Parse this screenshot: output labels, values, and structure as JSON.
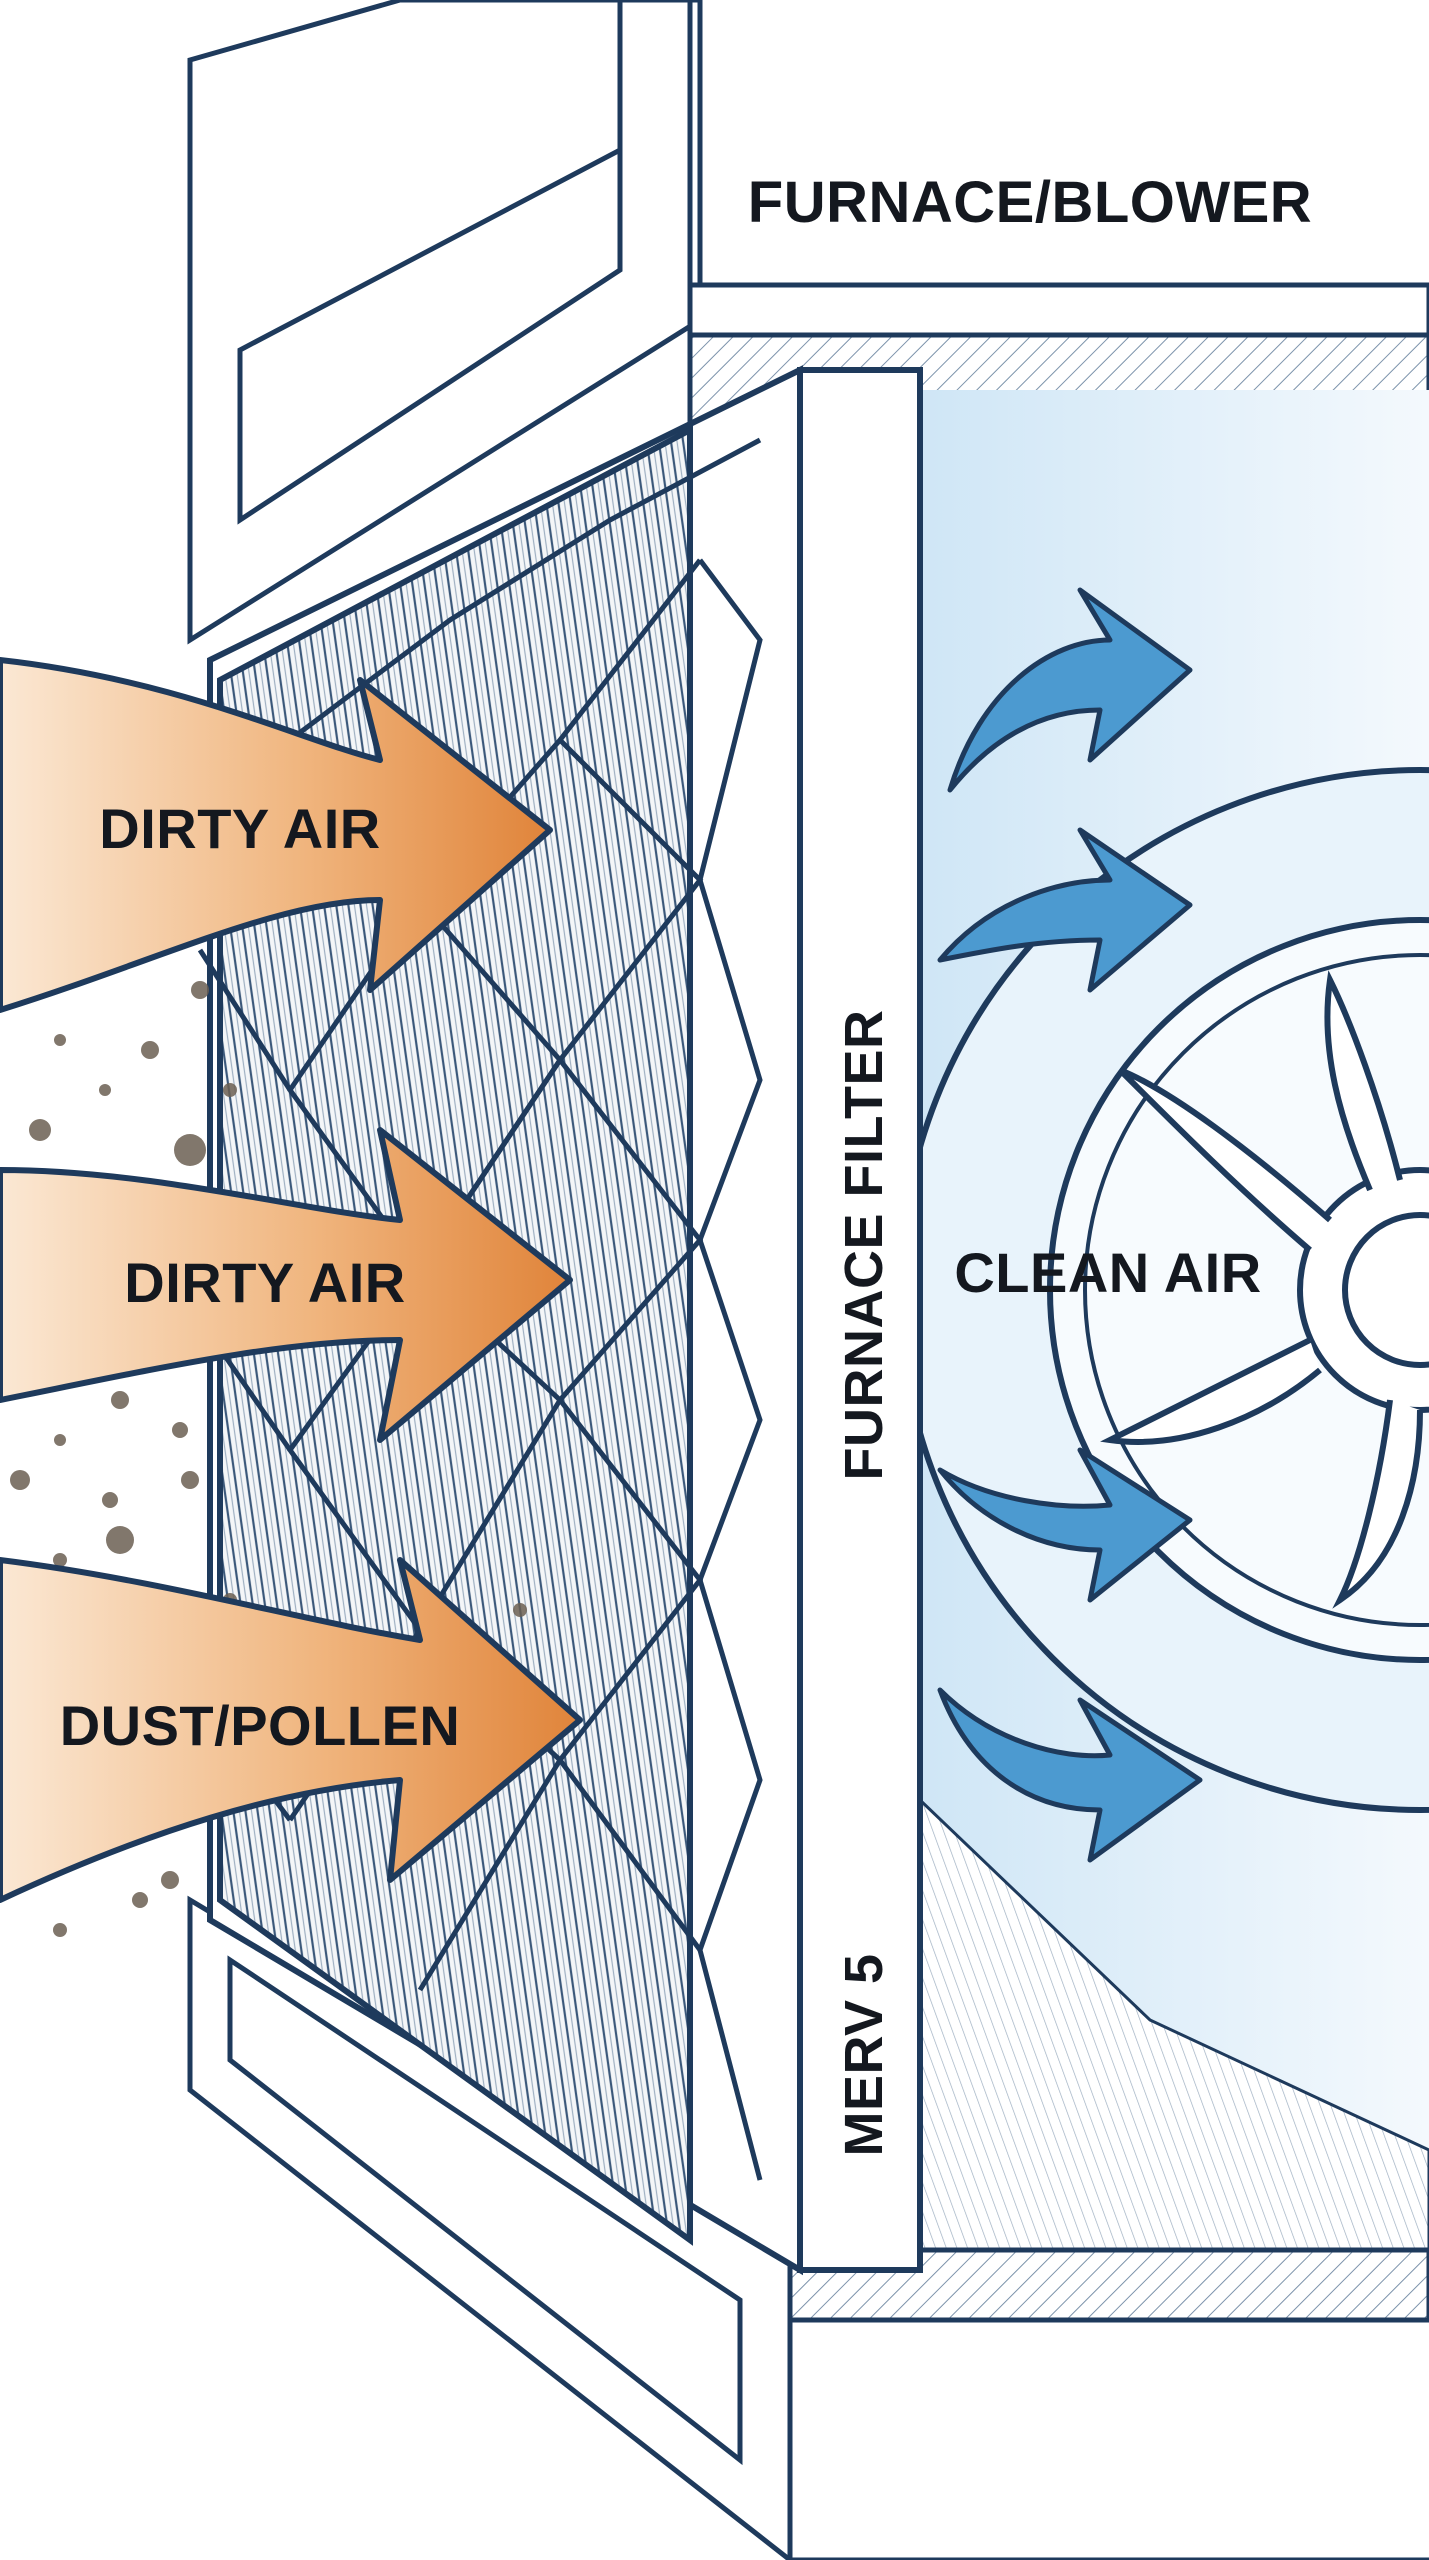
{
  "diagram": {
    "labels": {
      "furnace_blower": "FURNACE/BLOWER",
      "dirty_air_1": "DIRTY AIR",
      "dirty_air_2": "DIRTY AIR",
      "dust_pollen": "DUST/POLLEN",
      "furnace_filter": "FURNACE FILTER",
      "merv": "MERV 5",
      "clean_air": "CLEAN AIR"
    },
    "colors": {
      "line": "#1e3a5c",
      "dirty_air_arrow": "#e08a3e",
      "dirty_air_fade": "#f6dcc0",
      "clean_air_arrow": "#4c9ad0",
      "clean_air_bg": "#dcedf8",
      "particle": "#6b5f52"
    },
    "icons": [
      "dirty-air-arrow",
      "clean-air-arrow",
      "pleated-filter",
      "blower-fan",
      "dust-particle"
    ]
  }
}
